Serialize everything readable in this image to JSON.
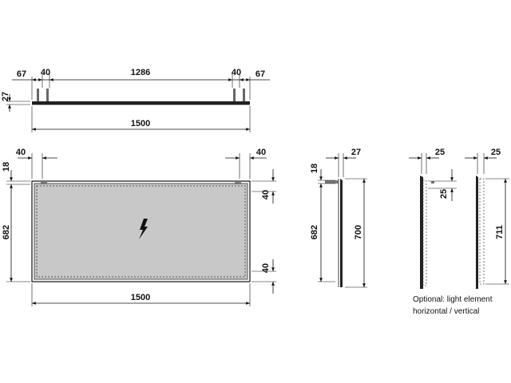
{
  "top_view": {
    "dims": {
      "left_offset": "67",
      "left_gap": "40",
      "span": "1286",
      "right_gap": "40",
      "right_offset": "67",
      "thickness": "27",
      "total_width": "1500"
    }
  },
  "front_view": {
    "dims": {
      "left_margin": "40",
      "right_margin": "40",
      "top_margin": "18",
      "height": "682",
      "right_top": "40",
      "right_bottom": "40",
      "width": "1500"
    },
    "icon": "lightning-bolt-icon"
  },
  "side_view": {
    "dims": {
      "depth": "27",
      "top": "18",
      "height_inner": "682",
      "height_total": "700"
    }
  },
  "light_side_view": {
    "dims": {
      "depth": "25",
      "offset": "25"
    }
  },
  "light_front_view": {
    "dims": {
      "depth": "25",
      "height": "711"
    }
  },
  "notes": {
    "line1": "Optional: light element",
    "line2": "horizontal / vertical"
  }
}
